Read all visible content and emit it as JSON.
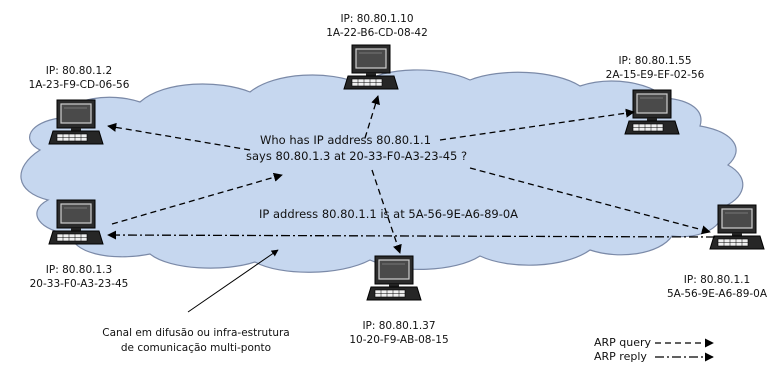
{
  "hosts": [
    {
      "id": "top",
      "ip": "IP: 80.80.1.10",
      "mac": "1A-22-B6-CD-08-42"
    },
    {
      "id": "tl",
      "ip": "IP: 80.80.1.2",
      "mac": "1A-23-F9-CD-06-56"
    },
    {
      "id": "tr",
      "ip": "IP: 80.80.1.55",
      "mac": "2A-15-E9-EF-02-56"
    },
    {
      "id": "left",
      "ip": "IP: 80.80.1.3",
      "mac": "20-33-F0-A3-23-45"
    },
    {
      "id": "bottom",
      "ip": "IP: 80.80.1.37",
      "mac": "10-20-F9-AB-08-15"
    },
    {
      "id": "right",
      "ip": "IP: 80.80.1.1",
      "mac": "5A-56-9E-A6-89-0A"
    }
  ],
  "messages": {
    "query_line1": "Who has IP address 80.80.1.1",
    "query_line2": "says 80.80.1.3 at 20-33-F0-A3-23-45 ?",
    "reply": "IP address 80.80.1.1 is at 5A-56-9E-A6-89-0A"
  },
  "channel": {
    "line1": "Canal em difusão ou infra-estrutura",
    "line2": "de comunicação multi-ponto"
  },
  "legend": {
    "query": "ARP query",
    "reply": "ARP reply"
  }
}
